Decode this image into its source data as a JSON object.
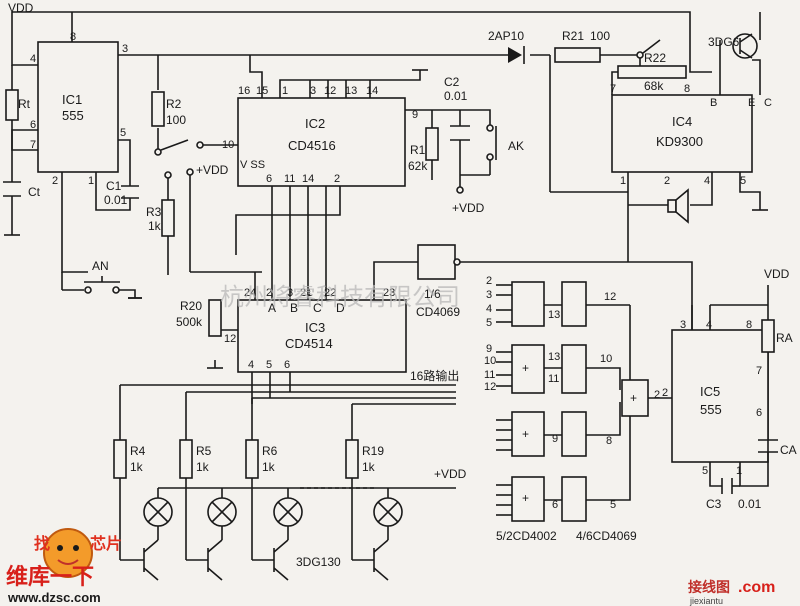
{
  "supply": {
    "vdd_top": "VDD",
    "vdd_right": "VDD"
  },
  "ic1": {
    "name": "IC1",
    "type": "555",
    "pins": [
      "8",
      "3",
      "4",
      "6",
      "7",
      "5",
      "2",
      "1"
    ]
  },
  "ic2": {
    "name": "IC2",
    "type": "CD4516",
    "pins": [
      "16",
      "15",
      "1",
      "3",
      "12",
      "13",
      "14",
      "9",
      "10",
      "6",
      "11",
      "14",
      "2"
    ],
    "vss": "V SS"
  },
  "ic3": {
    "name": "IC3",
    "type": "CD4514",
    "pins": [
      "24",
      "2",
      "3",
      "21",
      "22",
      "23",
      "12",
      "4",
      "5",
      "6"
    ],
    "inputs": [
      "A",
      "B",
      "C",
      "D"
    ],
    "outputs_label": "16路输出"
  },
  "ic4": {
    "name": "IC4",
    "type": "KD9300",
    "pins": [
      "7",
      "8",
      "B",
      "E",
      "C",
      "1",
      "2",
      "4",
      "5"
    ]
  },
  "ic5": {
    "name": "IC5",
    "type": "555",
    "pins": [
      "3",
      "4",
      "8",
      "7",
      "2",
      "6",
      "5",
      "1"
    ]
  },
  "parts": {
    "rt": "Rt",
    "ct": "Ct",
    "c1": "C1",
    "c1_val": "0.01",
    "r2": "R2",
    "r2_val": "100",
    "r3": "R3",
    "r3_val": "1k",
    "r1": "R1",
    "r1_val": "62k",
    "c2": "C2",
    "c2_val": "0.01",
    "ak": "AK",
    "an": "AN",
    "diode": "2AP10",
    "r21": "R21",
    "r21_val": "100",
    "r22": "R22",
    "r22_val": "68k",
    "q_top": "3DG6",
    "r20": "R20",
    "r20_val": "500k",
    "inv": "1/6",
    "inv_type": "CD4069",
    "r4": "R4",
    "r4_val": "1k",
    "r5": "R5",
    "r5_val": "1k",
    "r6": "R6",
    "r6_val": "1k",
    "r19": "R19",
    "r19_val": "1k",
    "q_bottom": "3DG130",
    "ra": "RA",
    "ca": "CA",
    "c3": "C3",
    "c3_val": "0.01",
    "vdd_plus": "+VDD",
    "vdd_plus2": "+VDD",
    "vdd_plus3": "+VDD"
  },
  "gates": {
    "g1_pins": [
      "2",
      "3",
      "4",
      "5",
      "13",
      "12"
    ],
    "g2_pins": [
      "9",
      "10",
      "11",
      "12",
      "13",
      "11",
      "10"
    ],
    "g3_pins": [
      "9",
      "8"
    ],
    "g4_pins": [
      "6",
      "5"
    ],
    "or_pin": "2",
    "legend_a": "5/2CD4002",
    "legend_b": "4/6CD4069"
  },
  "watermarks": {
    "center": "杭州将睿科技有限公司",
    "logo_top": "找",
    "logo_mid": "芯片",
    "logo_bottom": "维库一下",
    "site_left": "www.dzsc.com",
    "site_right_cn": "接线图",
    "site_right": ".com",
    "site_right_sub": "jiexiantu"
  }
}
